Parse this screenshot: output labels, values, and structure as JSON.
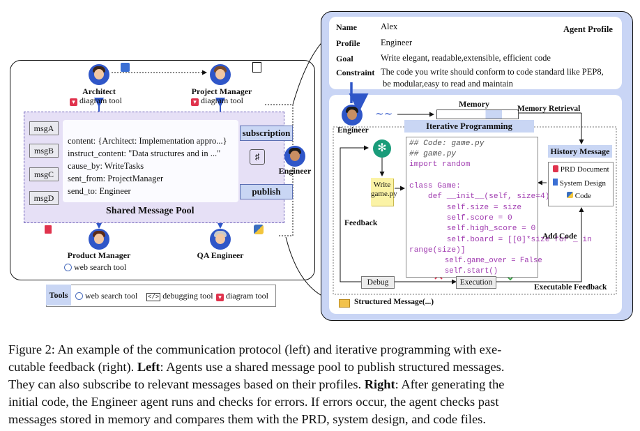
{
  "left": {
    "architect": {
      "name": "Architect",
      "tool": "diagram tool"
    },
    "project_manager": {
      "name": "Project Manager",
      "tool": "diagram tool"
    },
    "product_manager": {
      "name": "Product Manager",
      "tool": "web search tool"
    },
    "qa_engineer": {
      "name": "QA Engineer"
    },
    "engineer": {
      "name": "Engineer"
    },
    "messages": [
      "msgA",
      "msgB",
      "msgC",
      "msgD"
    ],
    "pool_lines": [
      "content: {Architect: Implementation appro...}",
      "instruct_content: \"Data structures and in ...\"",
      "cause_by: WriteTasks",
      "sent_from: ProjectManager",
      "send_to: Engineer"
    ],
    "pool_title": "Shared Message Pool",
    "subscription": "subscription",
    "publish": "publish",
    "tools": {
      "label": "Tools",
      "items": [
        "web search tool",
        "debugging tool",
        "diagram tool"
      ]
    }
  },
  "right": {
    "profile": {
      "title": "Agent Profile",
      "name_key": "Name",
      "name_val": "Alex",
      "profile_key": "Profile",
      "profile_val": "Engineer",
      "goal_key": "Goal",
      "goal_val": "Write elegant, readable,extensible, efficient code",
      "constraint_key": "Constraint",
      "constraint_val_1": "The code you write should conform to code standard like PEP8,",
      "constraint_val_2": "be modular,easy to read and maintain"
    },
    "engineer": "Engineer",
    "memory": "Memory",
    "memory_retrieval": "Memory Retrieval",
    "iterative": "Iterative Programming",
    "history": {
      "title": "History Message",
      "items": [
        "PRD Document",
        "System Design",
        "Code"
      ]
    },
    "note": "Write game.py",
    "feedback": "Feedback",
    "add_code": "Add Code",
    "debug": "Debug",
    "execution": "Execution",
    "executable_feedback": "Executable Feedback",
    "structured_message": "Structured Message(...)",
    "code_lines": [
      "## Code: game.py",
      "## game.py",
      "import random",
      "",
      "class Game:",
      "    def __init__(self, size=4):",
      "        self.size = size",
      "        self.score = 0",
      "        self.high_score = 0",
      "        self.board = [[0]*size for _ in",
      "range(size)]",
      "        self.game_over = False",
      "        self.start()"
    ]
  },
  "caption": {
    "line1": "Figure 2:  An example of the communication protocol (left) and iterative programming with exe-",
    "line2_a": "cutable feedback (right). ",
    "line2_b": "Left",
    "line2_c": ": Agents use a shared message pool to publish structured messages.",
    "line3_a": "They can also subscribe to relevant messages based on their profiles. ",
    "line3_b": "Right",
    "line3_c": ": After generating the",
    "line4": "initial code, the Engineer agent runs and checks for errors.  If errors occur, the agent checks past",
    "line5": "messages stored in memory and compares them with the PRD, system design, and code files."
  },
  "colors": {
    "panel_blue": "#c9d5f5",
    "pool_purple": "#e6e0f6",
    "accent_blue": "#2f56c8",
    "error_red": "#e0334d",
    "ok_green": "#2e9c3a"
  }
}
